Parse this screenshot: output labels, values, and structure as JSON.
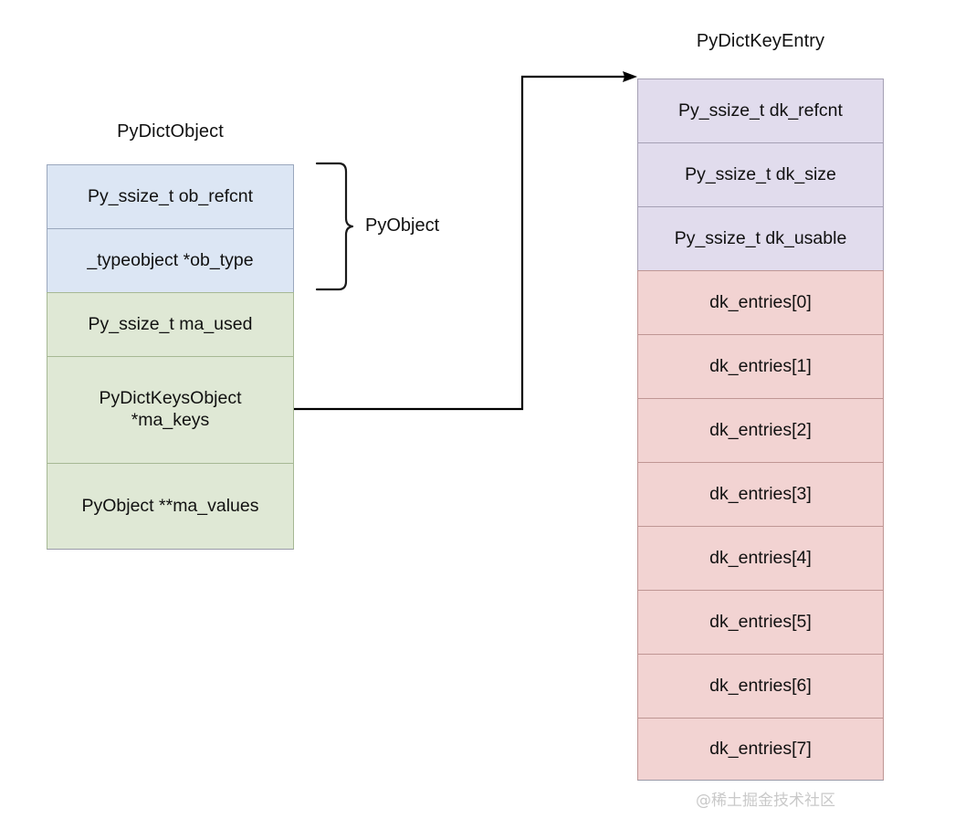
{
  "diagram": {
    "title_left": "PyDictObject",
    "title_right": "PyDictKeyEntry",
    "brace_label": "PyObject",
    "watermark": "@稀土掘金技术社区",
    "colors": {
      "blue_fill": "#dce6f4",
      "green_fill": "#dfe8d5",
      "lavender_fill": "#e1dced",
      "pink_fill": "#f2d3d2",
      "text": "#111111",
      "arrow": "#000000",
      "watermark": "#c9c9c9"
    }
  },
  "pydictobject": {
    "title": "PyDictObject",
    "fields": [
      {
        "label": "Py_ssize_t ob_refcnt",
        "group": "pyobject"
      },
      {
        "label": "_typeobject *ob_type",
        "group": "pyobject"
      },
      {
        "label": "Py_ssize_t ma_used",
        "group": "dict"
      },
      {
        "label": "PyDictKeysObject\n*ma_keys",
        "group": "dict"
      },
      {
        "label": "PyObject **ma_values",
        "group": "dict"
      }
    ]
  },
  "pydictkeyentry": {
    "title": "PyDictKeyEntry",
    "fields": [
      {
        "label": "Py_ssize_t dk_refcnt",
        "group": "header"
      },
      {
        "label": "Py_ssize_t dk_size",
        "group": "header"
      },
      {
        "label": "Py_ssize_t dk_usable",
        "group": "header"
      },
      {
        "label": "dk_entries[0]",
        "group": "entries"
      },
      {
        "label": "dk_entries[1]",
        "group": "entries"
      },
      {
        "label": "dk_entries[2]",
        "group": "entries"
      },
      {
        "label": "dk_entries[3]",
        "group": "entries"
      },
      {
        "label": "dk_entries[4]",
        "group": "entries"
      },
      {
        "label": "dk_entries[5]",
        "group": "entries"
      },
      {
        "label": "dk_entries[6]",
        "group": "entries"
      },
      {
        "label": "dk_entries[7]",
        "group": "entries"
      }
    ]
  }
}
